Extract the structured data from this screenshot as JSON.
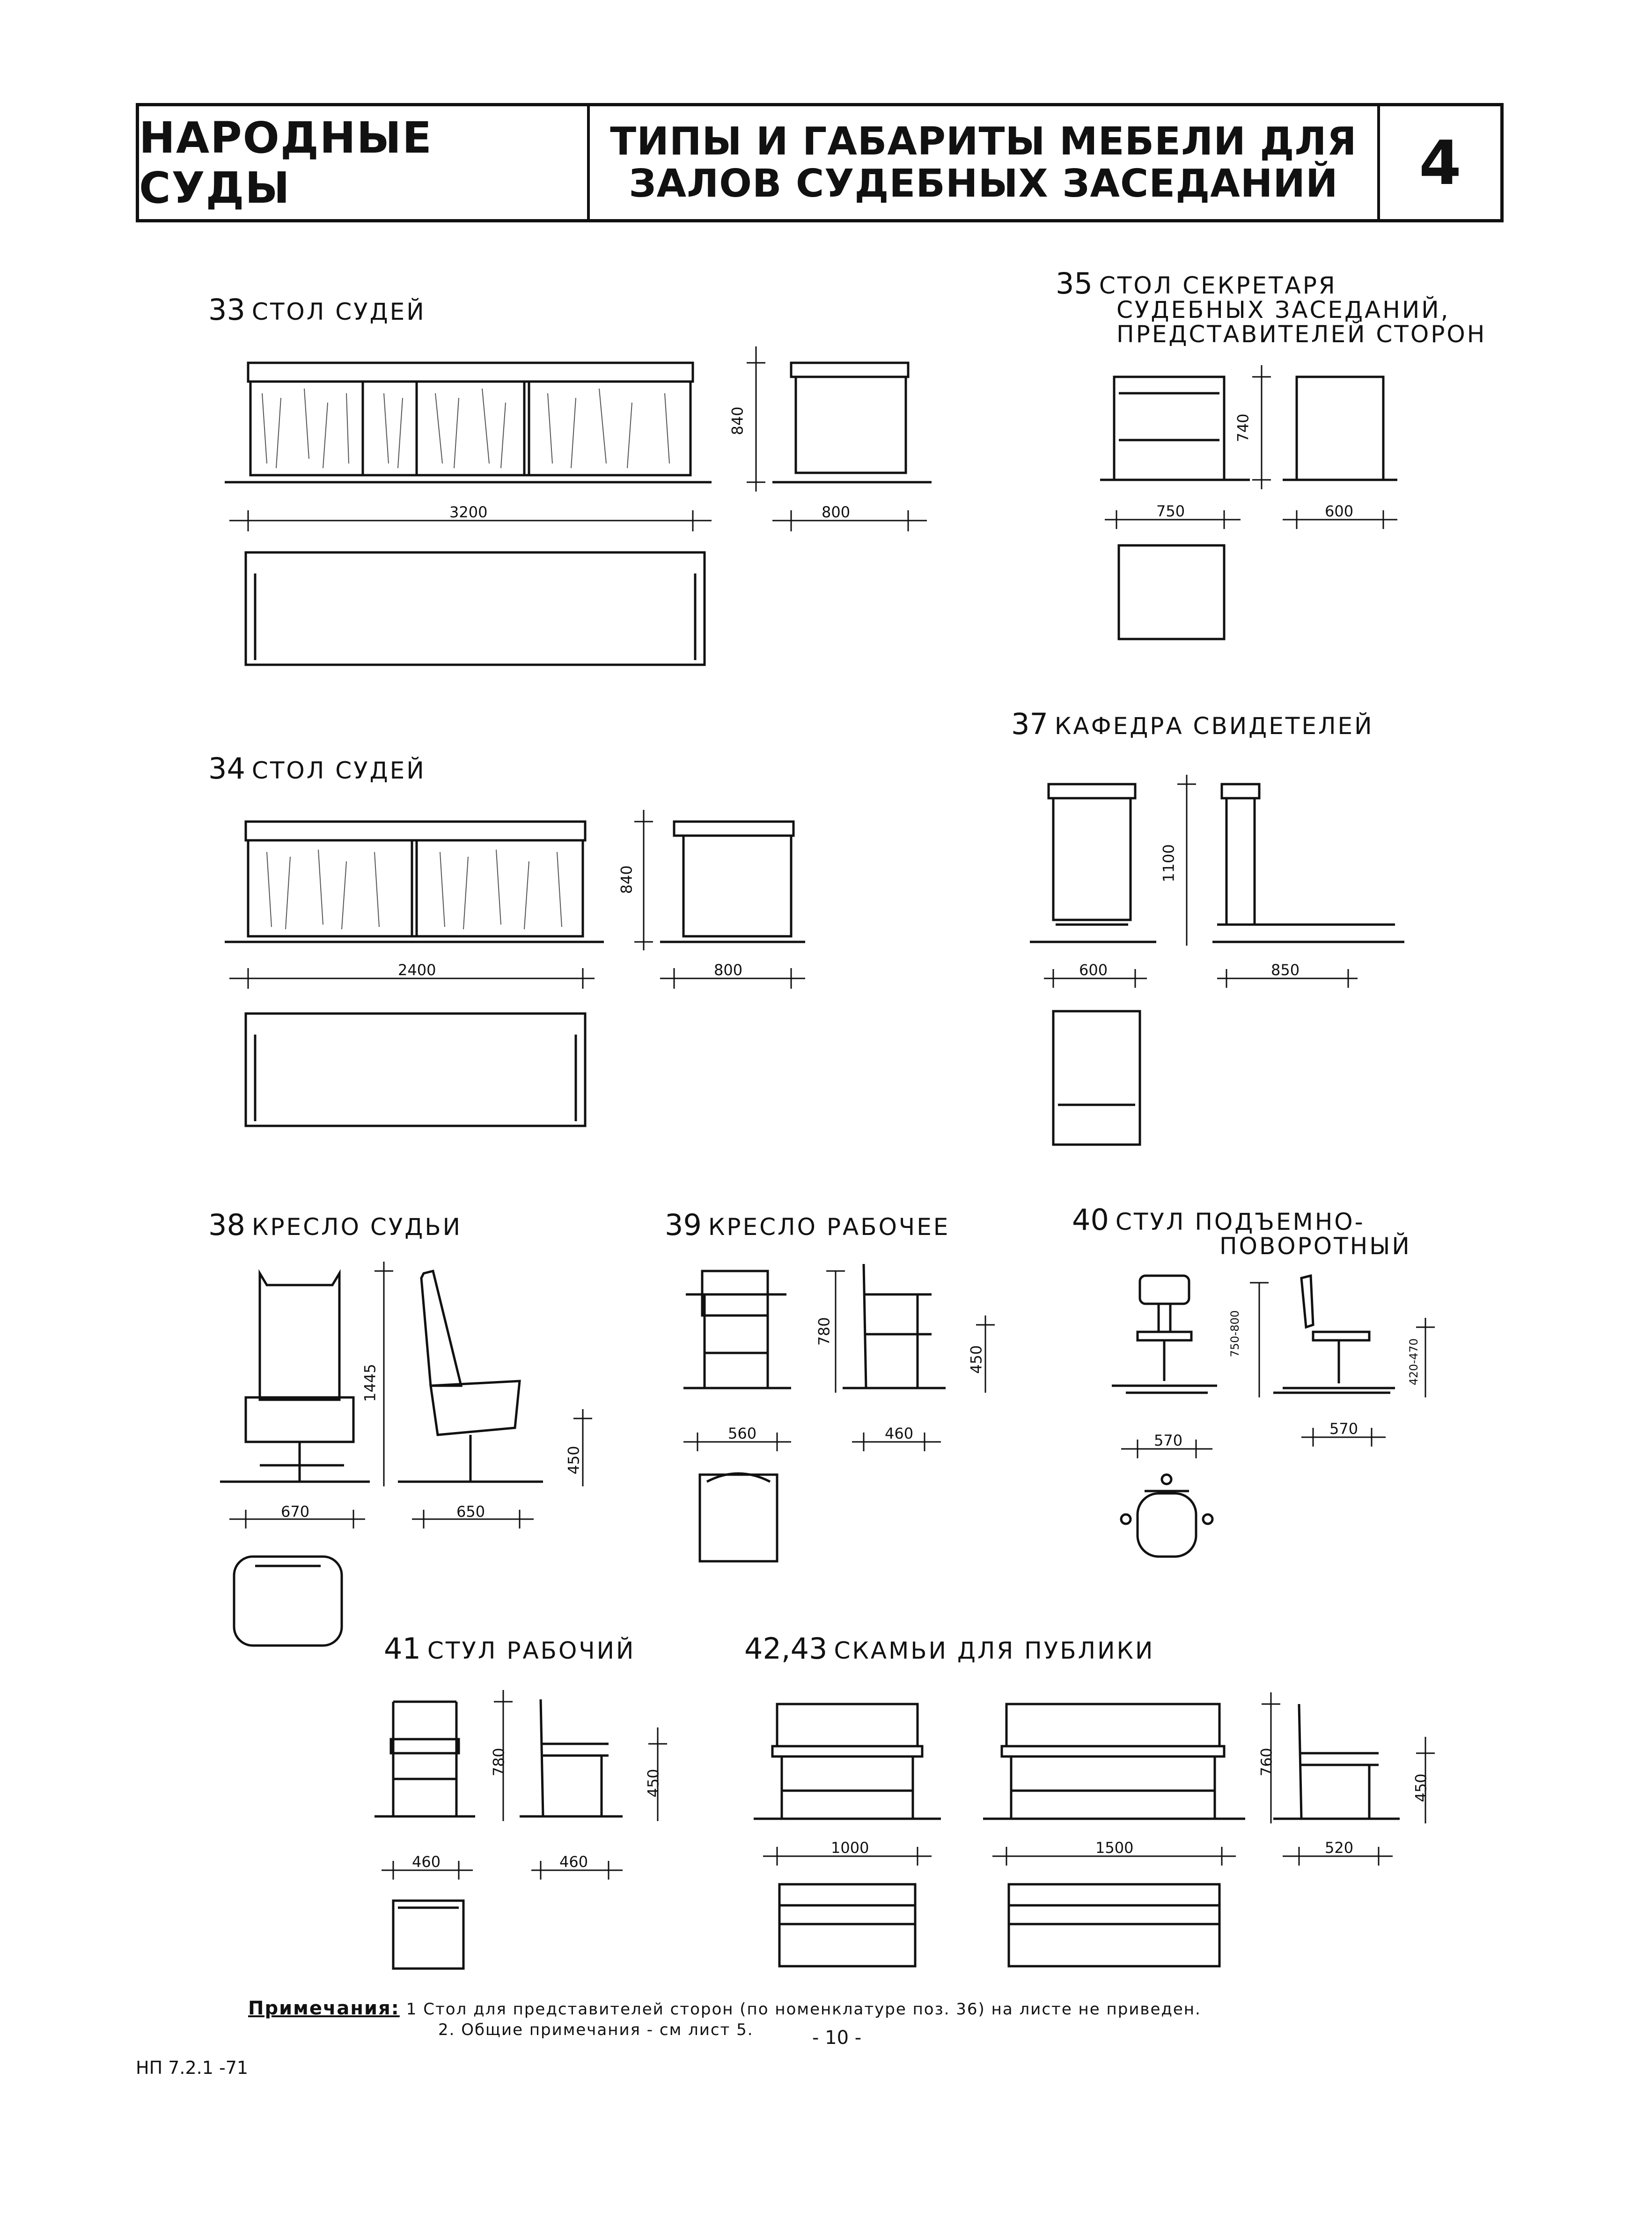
{
  "header": {
    "left": "НАРОДНЫЕ СУДЫ",
    "title_line1": "ТИПЫ И ГАБАРИТЫ МЕБЕЛИ ДЛЯ",
    "title_line2": "ЗАЛОВ СУДЕБНЫХ ЗАСЕДАНИЙ",
    "sheet": "4"
  },
  "items": {
    "i33": {
      "num": "33",
      "label": "СТОЛ СУДЕЙ",
      "dims": {
        "width": "3200",
        "depth": "800",
        "height": "840"
      }
    },
    "i34": {
      "num": "34",
      "label": "СТОЛ СУДЕЙ",
      "dims": {
        "width": "2400",
        "depth": "800",
        "height": "840"
      }
    },
    "i35": {
      "num": "35",
      "label_line1": "СТОЛ СЕКРЕТАРЯ",
      "label_line2": "СУДЕБНЫХ ЗАСЕДАНИЙ,",
      "label_line3": "ПРЕДСТАВИТЕЛЕЙ СТОРОН",
      "dims": {
        "width": "750",
        "depth": "600",
        "height": "740"
      }
    },
    "i37": {
      "num": "37",
      "label": "КАФЕДРА СВИДЕТЕЛЕЙ",
      "dims": {
        "width": "600",
        "depth": "850",
        "height": "1100"
      }
    },
    "i38": {
      "num": "38",
      "label": "КРЕСЛО СУДЬИ",
      "dims": {
        "width": "670",
        "depth": "650",
        "height": "1445",
        "seat": "450"
      }
    },
    "i39": {
      "num": "39",
      "label": "КРЕСЛО РАБОЧЕЕ",
      "dims": {
        "width": "560",
        "depth": "460",
        "height": "780",
        "seat": "450"
      }
    },
    "i40": {
      "num": "40",
      "label_line1": "СТУЛ ПОДЪЕМНО-",
      "label_line2": "ПОВОРОТНЫЙ",
      "dims": {
        "width": "570",
        "depth": "570",
        "height": "750-800",
        "seat": "420-470"
      }
    },
    "i41": {
      "num": "41",
      "label": "СТУЛ РАБОЧИЙ",
      "dims": {
        "width": "460",
        "depth": "460",
        "height": "780",
        "seat": "450"
      }
    },
    "i42": {
      "num": "42,43",
      "label": "СКАМЬИ ДЛЯ ПУБЛИКИ",
      "dims": {
        "width1": "1000",
        "width2": "1500",
        "depth": "520",
        "height": "760",
        "seat": "450"
      }
    }
  },
  "notes": {
    "heading": "Примечания:",
    "line1": "1  Стол для представителей сторон (по номенклатуре поз. 36) на листе не приведен.",
    "line2": "2. Общие примечания - см  лист 5."
  },
  "page_number": "- 10 -",
  "doc_code": "НП 7.2.1 -71"
}
